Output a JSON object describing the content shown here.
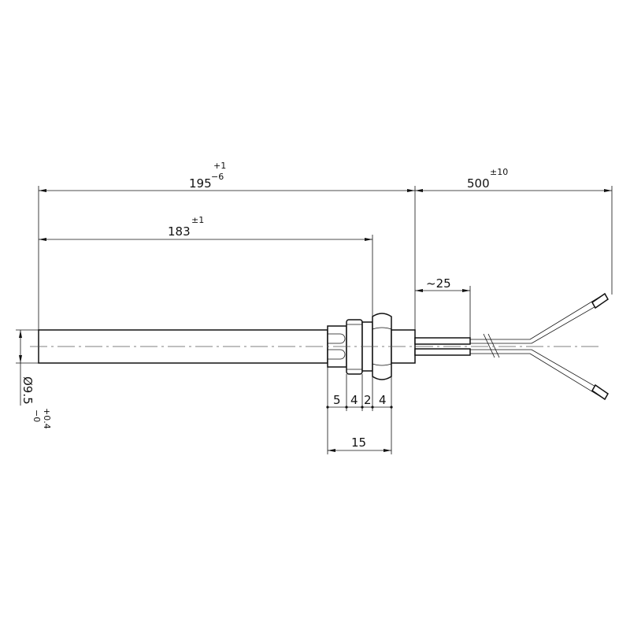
{
  "drawing": {
    "dimensions": {
      "overall_length": {
        "value": "195",
        "tol_upper": "+1",
        "tol_lower": "−6"
      },
      "heated_length": {
        "value": "183",
        "tol": "±1"
      },
      "lead_length": {
        "value": "500",
        "tol": "±10"
      },
      "sleeve_length": {
        "value": "~25"
      },
      "diameter": {
        "value": "Ø9.5",
        "tol_upper": "+0.4",
        "tol_lower": "−0"
      },
      "fitting_segments": [
        "5",
        "4",
        "2",
        "4"
      ],
      "fitting_total": {
        "value": "15"
      }
    }
  }
}
